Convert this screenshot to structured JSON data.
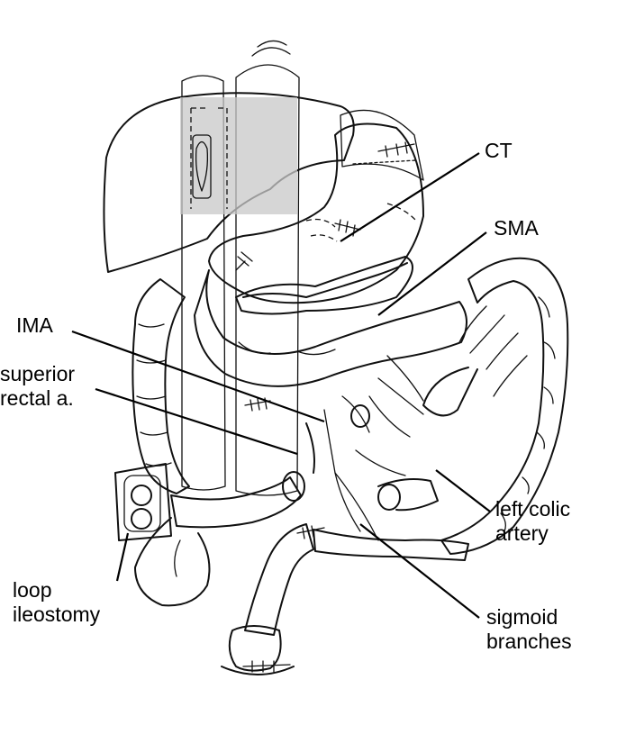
{
  "labels": {
    "ct": "CT",
    "sma": "SMA",
    "ima": "IMA",
    "superior_rectal": [
      "superior",
      "rectal a."
    ],
    "left_colic": [
      "left colic",
      "artery"
    ],
    "loop_ileostomy": [
      "loop",
      "ileostomy"
    ],
    "sigmoid": [
      "sigmoid",
      "branches"
    ]
  },
  "colors": {
    "vessel_fill": "#8c8c8c",
    "liver_window": "#c8c8c8",
    "ink": "#111111",
    "background": "#ffffff"
  }
}
